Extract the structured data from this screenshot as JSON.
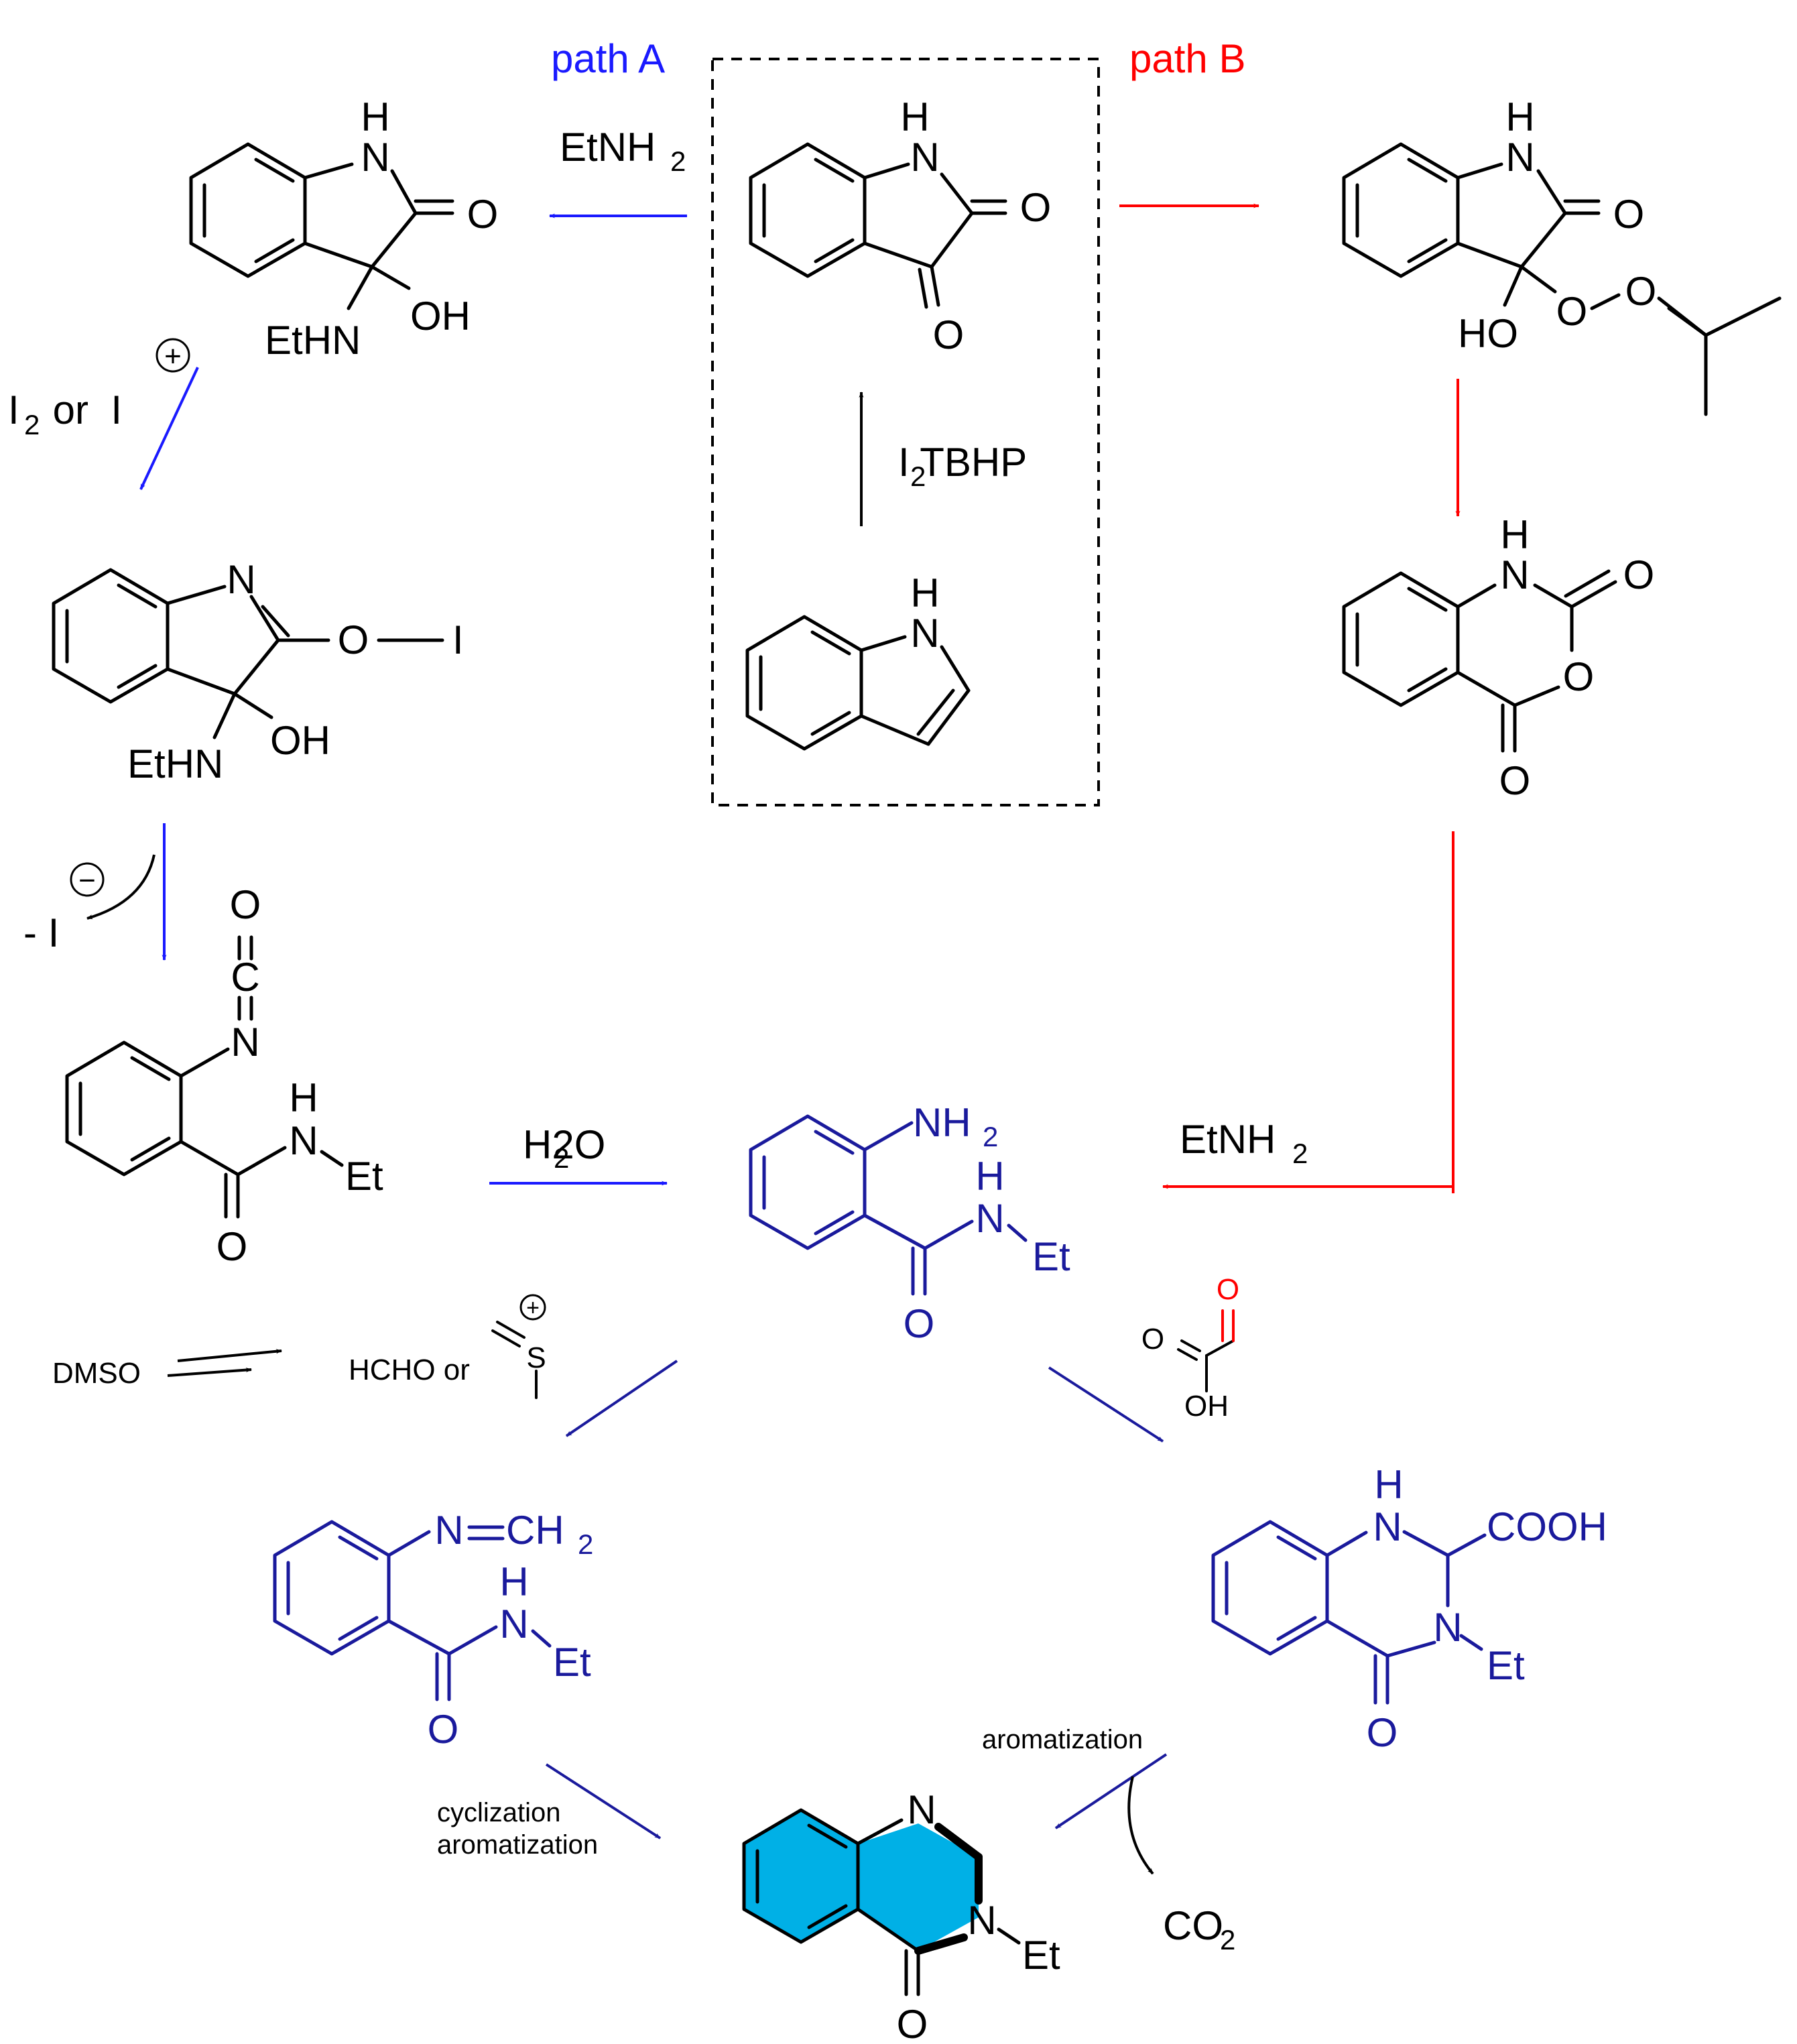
{
  "colors": {
    "black": "#000000",
    "path_a": "#1a1aff",
    "path_b": "#ff0000",
    "product_route": "#1a1a9c",
    "highlight": "#00b0e6"
  },
  "labels": {
    "path_a": "path A",
    "path_b": "path B",
    "reagent_ethylamine_a": "EtNH2",
    "reagent_i2_tbhp": "I2 TBHP",
    "reagent_i2_or_iplus": "I2  or  I",
    "iodide_loss": "- I",
    "reagent_water": "H2O",
    "reagent_ethylamine_b": "EtNH2",
    "dmso": "DMSO",
    "hcho_or": "HCHO or",
    "aromatization": "aromatization",
    "cyclization": "cyclization",
    "aromatization_2": "aromatization",
    "carbon_dioxide": "CO2"
  },
  "atoms": {
    "hydrogen": "H",
    "nitrogen": "N",
    "oxygen": "O",
    "carbon": "C",
    "sulfur": "S",
    "iodine": "I",
    "hydroxyl": "OH",
    "hydroxyl_left": "HO",
    "ethylamino": "EtHN",
    "ethyl": "Et",
    "amino": "NH2",
    "methylene": "CH2",
    "carboxyl": "COOH",
    "plus": "+",
    "minus": "−"
  }
}
